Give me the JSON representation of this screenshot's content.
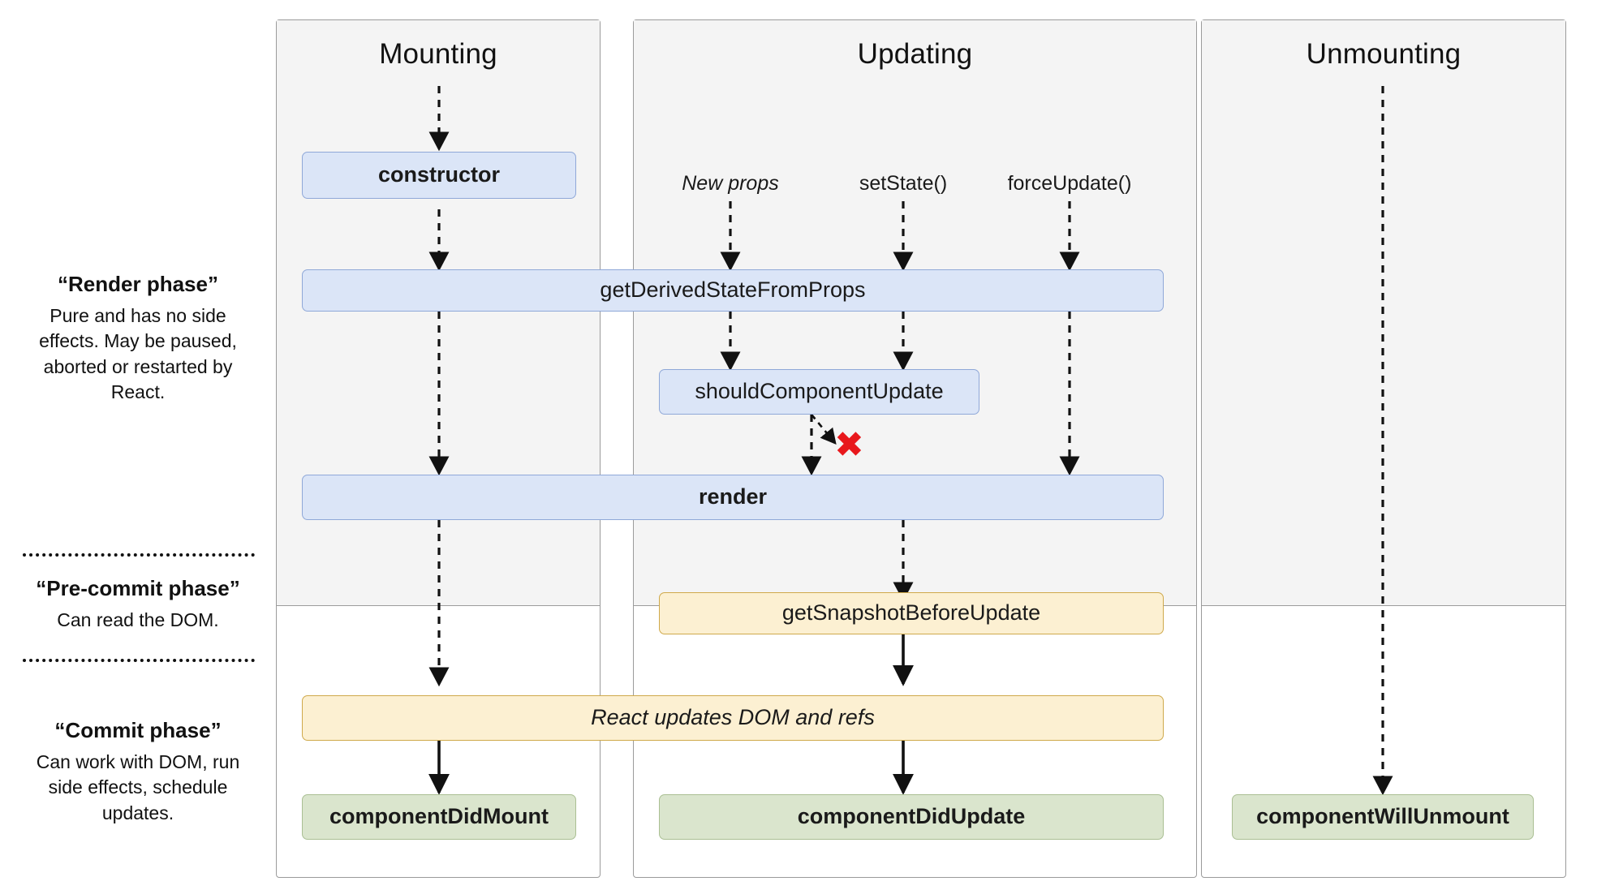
{
  "diagram": {
    "title": "React component lifecycle diagram",
    "colors": {
      "blue_fill": "#dbe5f7",
      "blue_border": "#8fa8d8",
      "yellow_fill": "#fcf0d2",
      "yellow_border": "#cfa94b",
      "green_fill": "#dae5cd",
      "green_border": "#aabf93",
      "panel_top_fill": "#f4f4f4",
      "panel_border": "#9b9b9b",
      "x_mark": "#e8181c"
    }
  },
  "columns": [
    {
      "id": "mounting",
      "title": "Mounting"
    },
    {
      "id": "updating",
      "title": "Updating"
    },
    {
      "id": "unmounting",
      "title": "Unmounting"
    }
  ],
  "phases": [
    {
      "id": "render-phase",
      "heading": "“Render phase”",
      "body": "Pure and has no side effects. May be paused, aborted or restarted by React."
    },
    {
      "id": "pre-commit-phase",
      "heading": "“Pre-commit phase”",
      "body": "Can read the DOM."
    },
    {
      "id": "commit-phase",
      "heading": "“Commit phase”",
      "body": "Can work with DOM, run side effects, schedule updates."
    }
  ],
  "triggers": [
    {
      "id": "new-props",
      "label": "New props",
      "style": "italic"
    },
    {
      "id": "set-state",
      "label": "setState()",
      "style": "normal"
    },
    {
      "id": "force-update",
      "label": "forceUpdate()",
      "style": "normal"
    }
  ],
  "boxes": {
    "constructor": "constructor",
    "get_derived_state": "getDerivedStateFromProps",
    "should_component_update": "shouldComponentUpdate",
    "render": "render",
    "get_snapshot": "getSnapshotBeforeUpdate",
    "react_updates": "React updates DOM and refs",
    "component_did_mount": "componentDidMount",
    "component_did_update": "componentDidUpdate",
    "component_will_unmount": "componentWillUnmount"
  },
  "markers": {
    "skip_update_x": "✖"
  }
}
